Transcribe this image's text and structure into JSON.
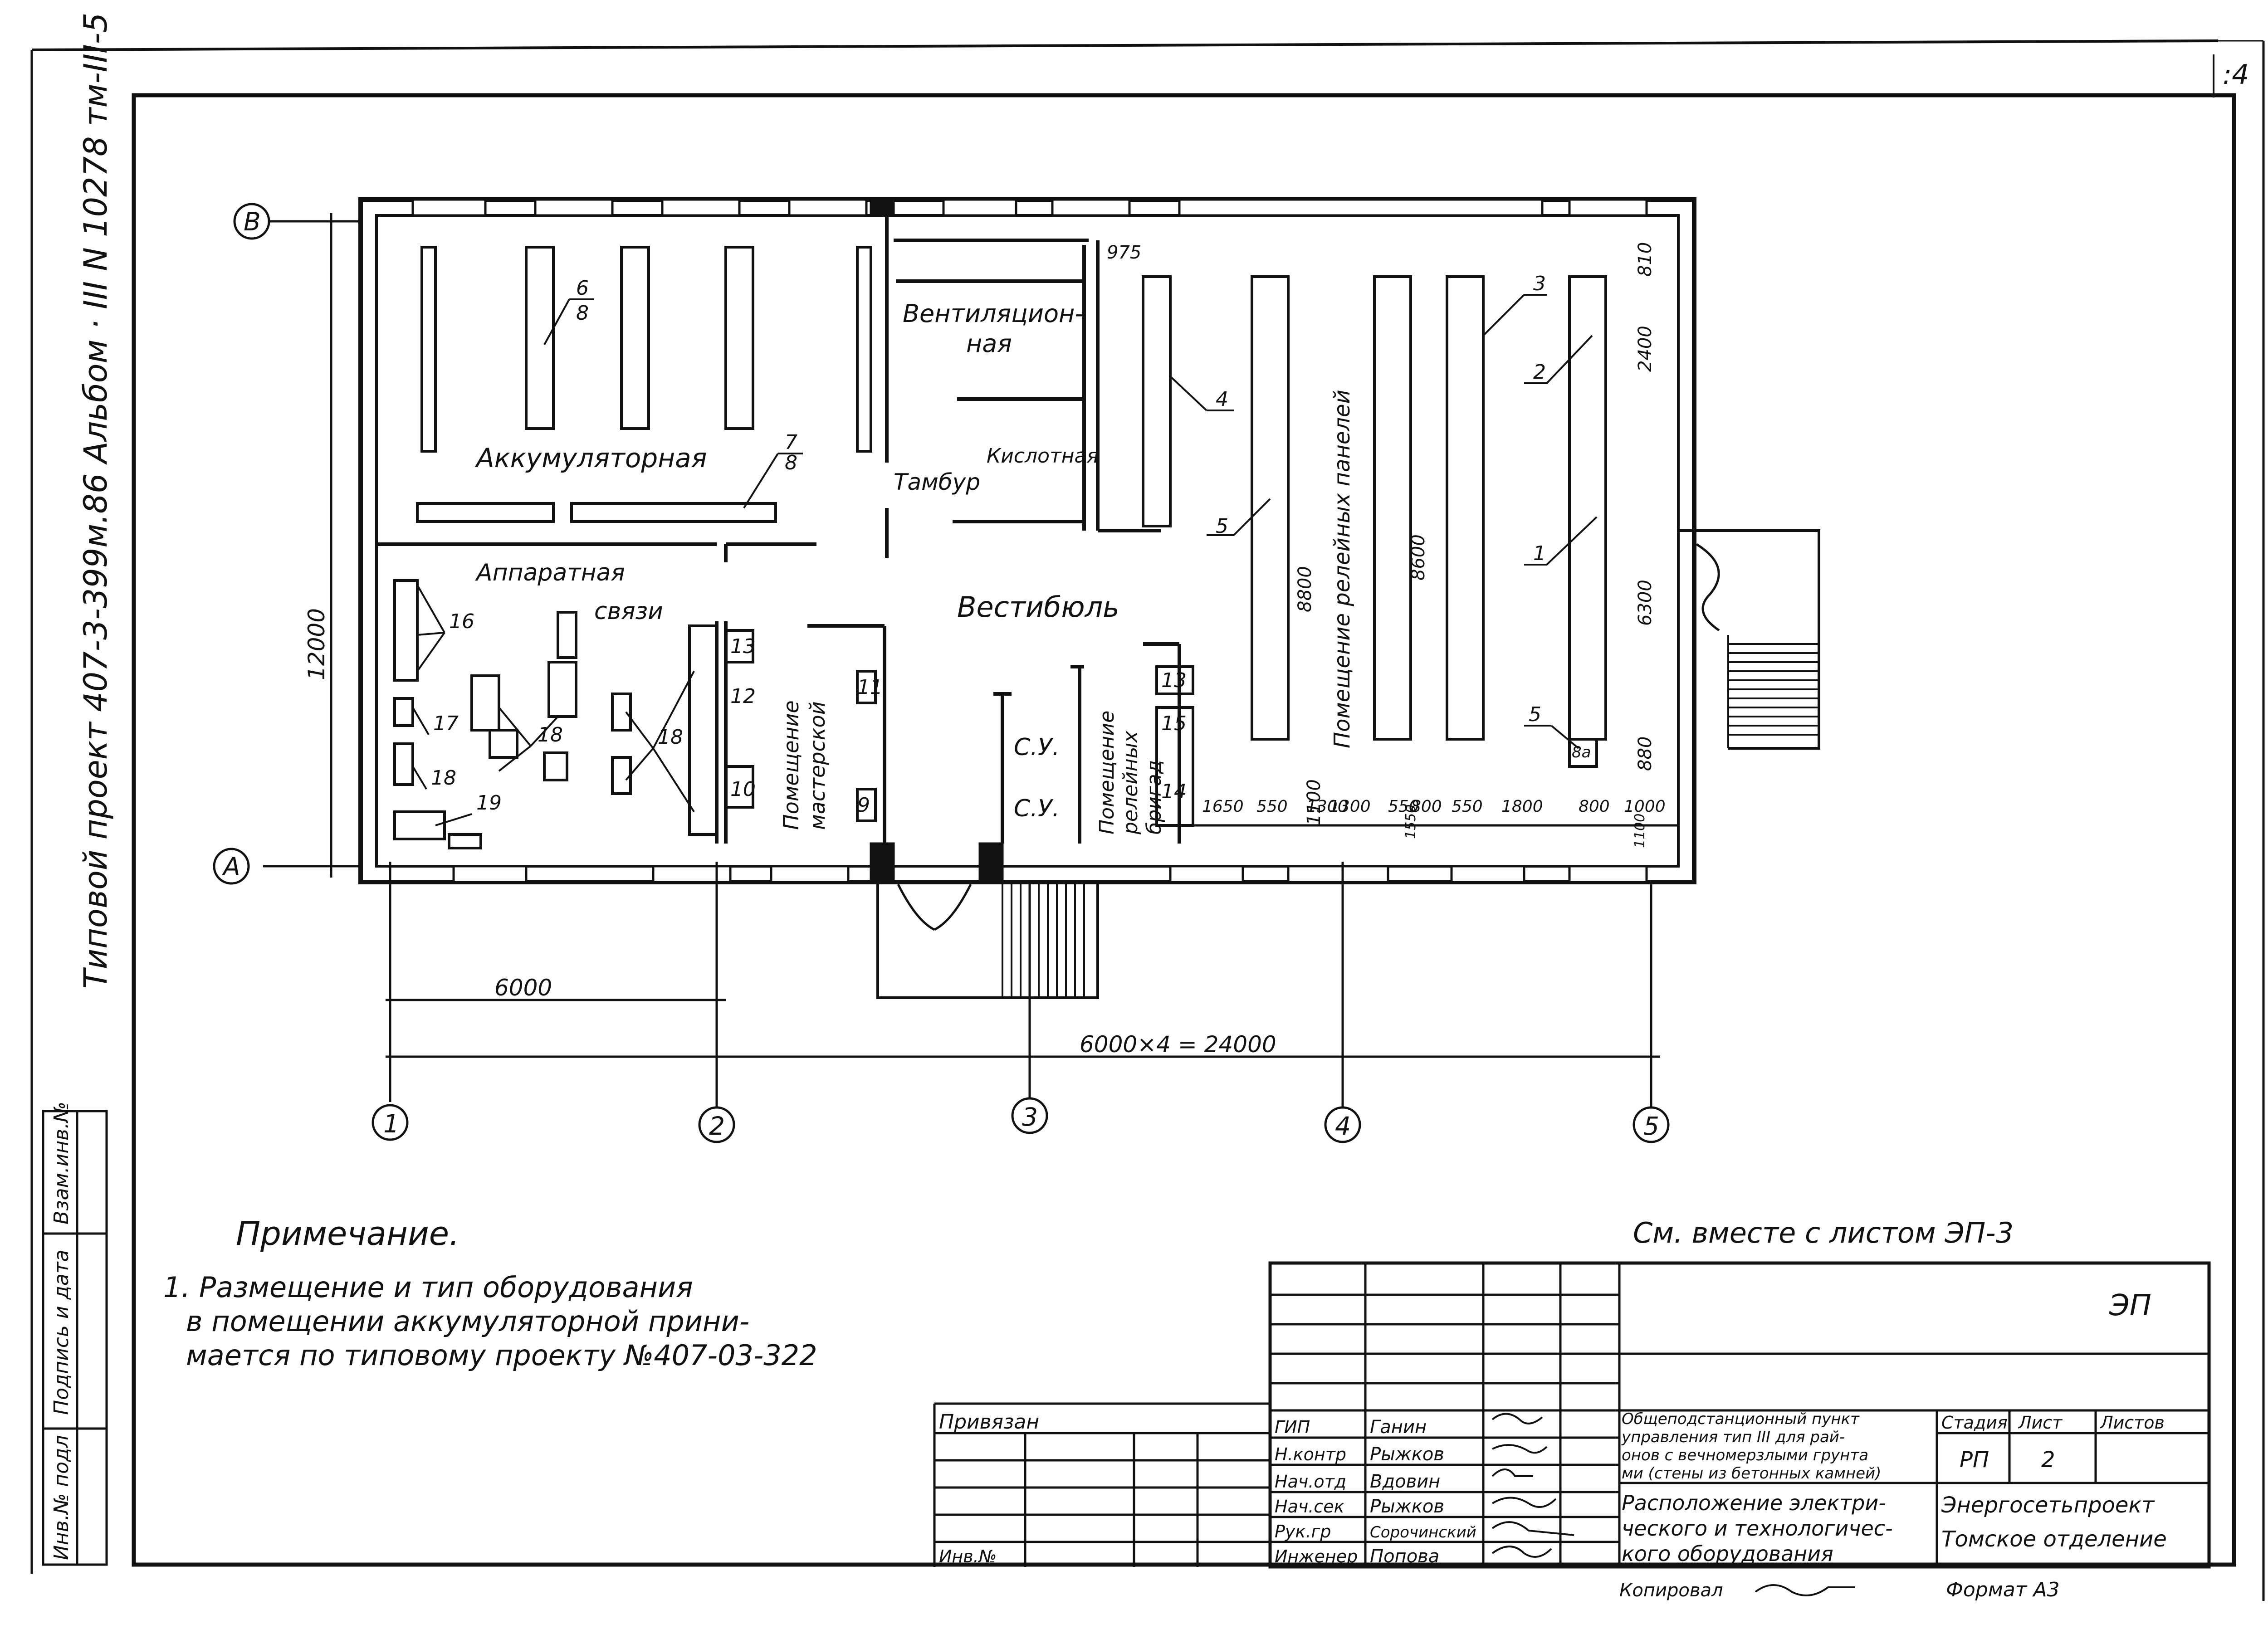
{
  "sheet_corner_mark": ":4",
  "side_title": "Типовой проект 407-3-399м.86 Альбом · III N 10278 тм-III-5",
  "side_stamp": {
    "inv_podl": "Инв.№ подл",
    "podpis_data": "Подпись и дата",
    "vzam_inv": "Взам.инв.№"
  },
  "plan": {
    "axis_rows": [
      "B",
      "A"
    ],
    "axis_cols": [
      "1",
      "2",
      "3",
      "4",
      "5"
    ],
    "rooms": {
      "akkum": "Аккумуляторная",
      "vent": "Вентиляцион-\nная",
      "kisl": "Кислотная",
      "tambur": "Тамбур",
      "apparat1": "Аппаратная",
      "apparat2": "связи",
      "vestibul": "Вестибюль",
      "masterskaya": "Помещение\nмастерской",
      "su1": "С.У.",
      "su2": "С.У.",
      "releinyh_brigad": "Помещение\nрелейных\nбригад",
      "releinyh_paneley": "Помещение релейных панелей"
    },
    "callouts": [
      "6",
      "8",
      "7",
      "8",
      "4",
      "5",
      "3",
      "2",
      "1",
      "5",
      "16",
      "17",
      "18",
      "18",
      "18",
      "19",
      "13",
      "12",
      "10",
      "11",
      "9",
      "13",
      "15",
      "14",
      "8а"
    ],
    "dims": {
      "d975": "975",
      "d810": "810",
      "d2400": "2400",
      "d12000": "12000",
      "d8800": "8800",
      "d8600": "8600",
      "d6300": "6300",
      "d880": "880",
      "d1100": "1100",
      "d1650": "1650",
      "d550a": "550",
      "d1300a": "1300",
      "d1300b": "1300",
      "d550b": "550",
      "d800a": "800",
      "d550c": "550",
      "d1800": "1800",
      "d800b": "800",
      "d1000": "1000",
      "d1550": "1550",
      "d1100b": "1100",
      "d6000": "6000",
      "d24000": "6000×4 = 24000"
    }
  },
  "notes": {
    "heading": "Примечание.",
    "line1": "1. Размещение и тип оборудования",
    "line2": "в помещении аккумуляторной прини-",
    "line3": "мается по типовому проекту №407-03-322"
  },
  "see_with": "См. вместе с листом ЭП-3",
  "title_block": {
    "privyazan": "Привязан",
    "inv_no": "Инв.№",
    "code": "ЭП",
    "roles": [
      "ГИП",
      "Н.контр",
      "Нач.отд",
      "Нач.сек",
      "Рук.гр",
      "Инженер"
    ],
    "names": [
      "Ганин",
      "Рыжков",
      "Вдовин",
      "Рыжков",
      "Сорочинский",
      "Попова"
    ],
    "project_name": "Общеподстанционный пункт управления тип III для районов с вечномерзлыми грунтами (стены из бетонных камней)",
    "project_lines": [
      "Общеподстанционный пункт",
      "управления тип III для рай-",
      "онов с вечномерзлыми грунта",
      "ми (стены из бетонных камней)"
    ],
    "sheet_title_lines": [
      "Расположение электри-",
      "ческого и технологичес-",
      "кого оборудования"
    ],
    "stage_label": "Стадия",
    "sheet_label": "Лист",
    "sheets_label": "Листов",
    "stage_value": "РП",
    "sheet_value": "2",
    "org1": "Энергосетьпроект",
    "org2": "Томское отделение",
    "copied": "Копировал",
    "format": "Формат А3"
  }
}
